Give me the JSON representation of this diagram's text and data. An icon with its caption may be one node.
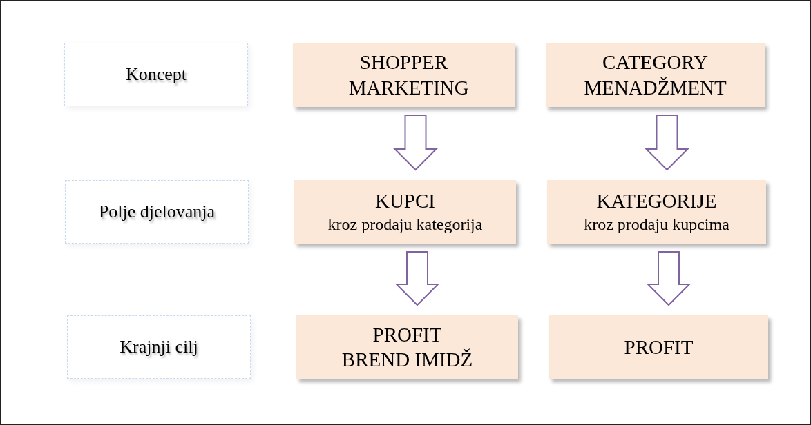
{
  "diagram": {
    "nodes": [
      {
        "text": [
          "Koncept"
        ]
      },
      {
        "text": [
          "SHOPPER MARKETING"
        ]
      },
      {
        "text": [
          "CATEGORY MENADŽMENT"
        ]
      },
      {
        "text": [
          "Polje djelovanja"
        ]
      },
      {
        "text": [
          "KUPCI",
          "kroz prodaju kategorija"
        ]
      },
      {
        "text": [
          "KATEGORIJE",
          "kroz prodaju kupcima"
        ]
      },
      {
        "text": [
          "Krajnji cilj"
        ]
      },
      {
        "text": [
          "PROFIT BREND IMIDŽ"
        ]
      },
      {
        "text": [
          "PROFIT"
        ]
      }
    ],
    "edges": [
      {
        "from": 1,
        "to": 4,
        "arrow": "to"
      },
      {
        "from": 4,
        "to": 7,
        "arrow": "to"
      },
      {
        "from": 2,
        "to": 5,
        "arrow": "to"
      },
      {
        "from": 5,
        "to": 8,
        "arrow": "to"
      }
    ]
  }
}
